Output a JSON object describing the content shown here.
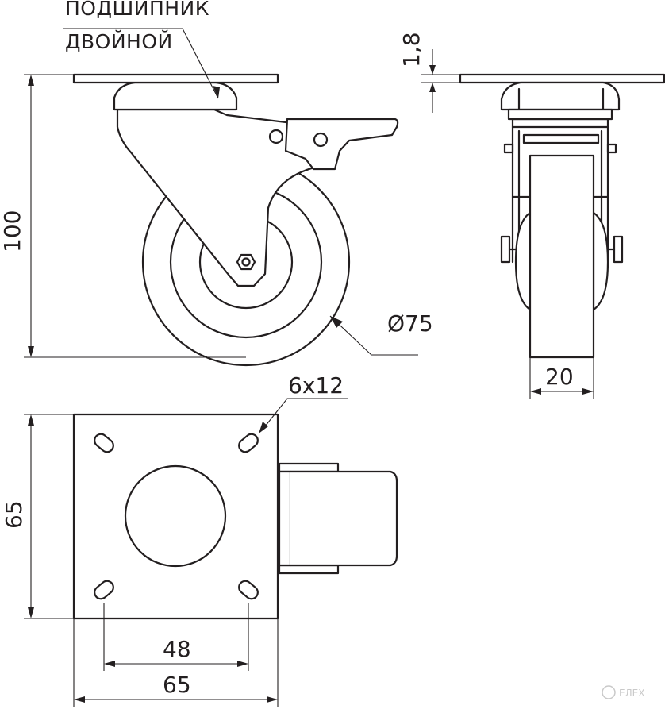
{
  "labels": {
    "bearing_line1": "ПОДШИПНИК",
    "bearing_line2": "ДВОЙНОЙ",
    "plate_thickness": "1,8",
    "height": "100",
    "wheel_diameter": "Ø75",
    "wheel_width": "20",
    "hole_size": "6x12",
    "plate_height": "65",
    "hole_spacing": "48",
    "plate_width": "65"
  },
  "watermark": "ЕЛЕХ"
}
